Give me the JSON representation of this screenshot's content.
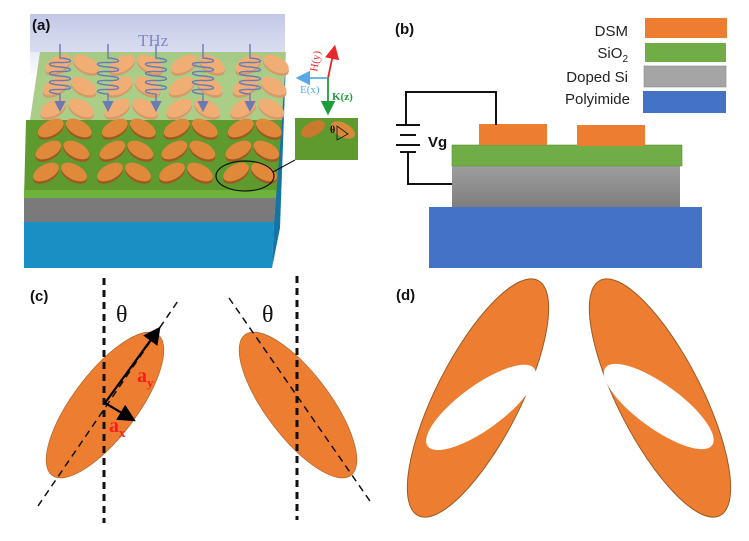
{
  "panels": {
    "a": {
      "label": "(a)",
      "wave_label": "THz",
      "axes": {
        "h": "H(y)",
        "e": "E(x)",
        "k": "K(z)"
      },
      "inset_angle": "θ"
    },
    "b": {
      "label": "(b)",
      "legend": [
        {
          "name": "DSM",
          "color": "#ED7D31"
        },
        {
          "name": "SiO",
          "sub": "2",
          "color": "#70AD47"
        },
        {
          "name": "Doped Si",
          "color": "#A5A5A5"
        },
        {
          "name": "Polyimide",
          "color": "#4472C4"
        }
      ],
      "voltage_label": "Vg"
    },
    "c": {
      "label": "(c)",
      "angle_left": "θ",
      "angle_right": "θ",
      "ay": {
        "base": "a",
        "sub": "y"
      },
      "ax": {
        "base": "a",
        "sub": "x"
      }
    },
    "d": {
      "label": "(d)"
    }
  },
  "colors": {
    "dsm": "#ED7D31",
    "sio2": "#70AD47",
    "doped_si": "#A5A5A5",
    "polyimide": "#4472C4",
    "substrate_blue": "#1A8FC4",
    "h_arrow": "#E8282B",
    "e_arrow": "#5AA9E6",
    "k_arrow": "#1E9E3A",
    "wave": "#6A7AB5"
  }
}
